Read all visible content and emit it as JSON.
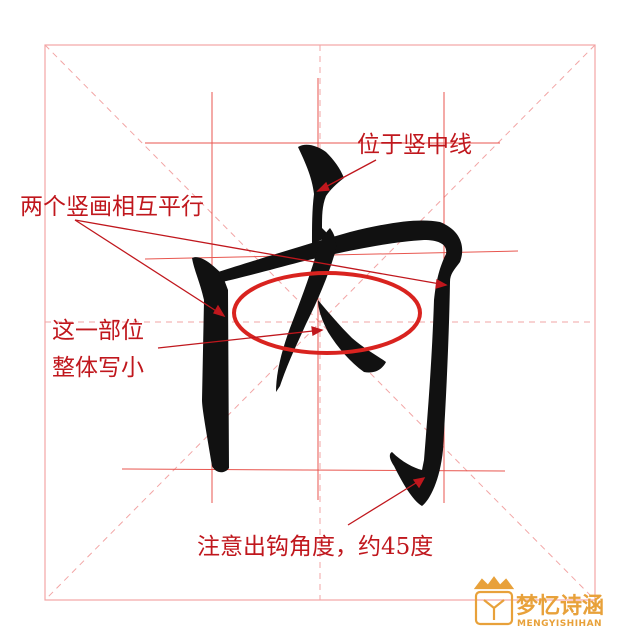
{
  "annotations": {
    "center_line": "位于竖中线",
    "parallel": "两个竖画相互平行",
    "part_line1": "这一部位",
    "part_line2": "整体写小",
    "hook": "注意出钩角度，约45度"
  },
  "watermark": {
    "brand_cn": "梦忆诗涵",
    "brand_en": "MENGYISHIHAN"
  },
  "colors": {
    "guide": "#f2a5a5",
    "annotation": "#c0171d",
    "ink": "#111111",
    "ellipse": "#d9231f",
    "logo": "#e8a13a"
  }
}
